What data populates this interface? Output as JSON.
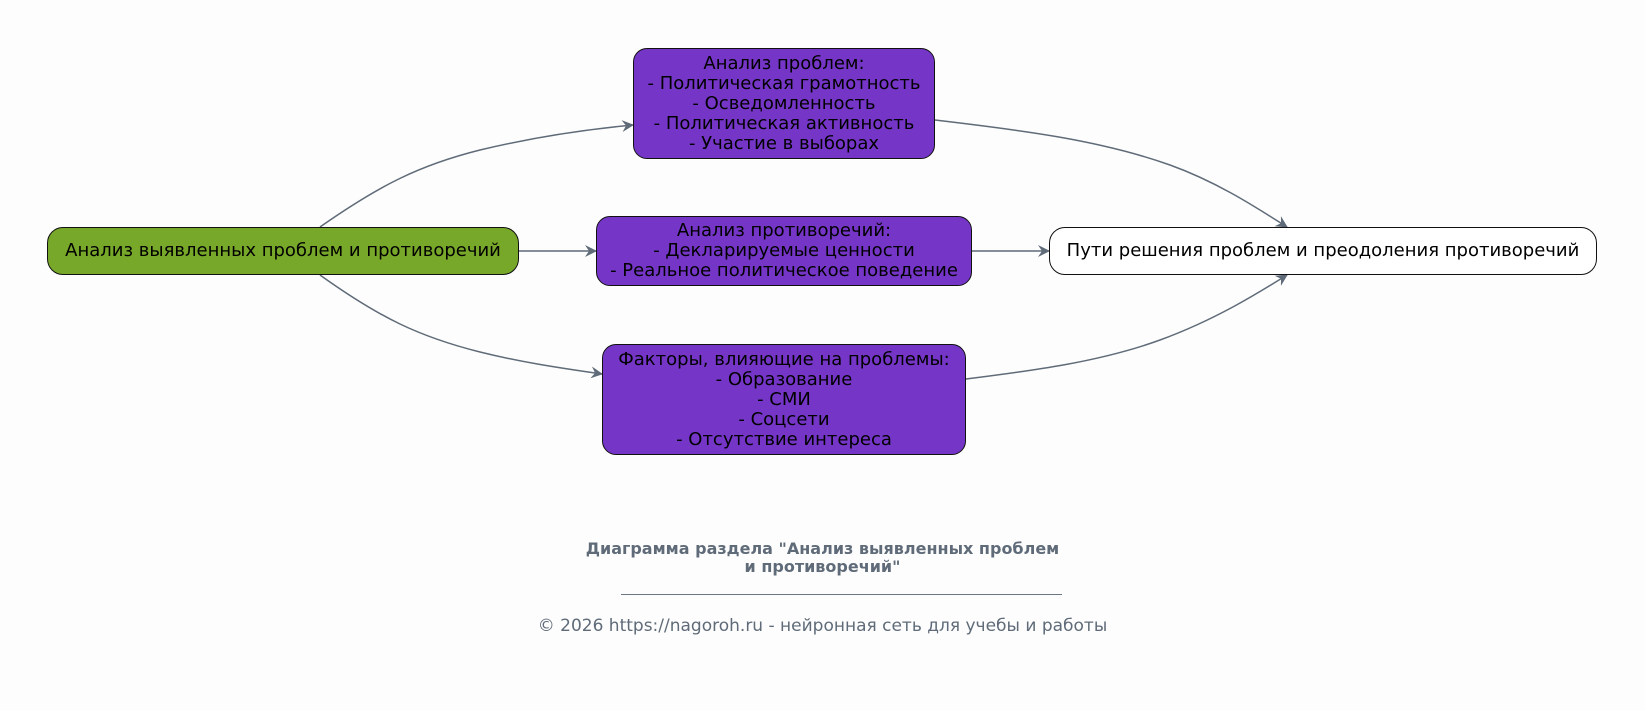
{
  "diagram": {
    "nodes": [
      {
        "id": "root",
        "label": "Анализ выявленных проблем и противоречий",
        "fill": "#78a82a"
      },
      {
        "id": "problems",
        "label": "Анализ проблем:\n- Политическая грамотность\n- Осведомленность\n- Политическая активность\n- Участие в выборах",
        "fill": "#7536c8"
      },
      {
        "id": "contradictions",
        "label": "Анализ противоречий:\n- Декларируемые ценности\n- Реальное политическое поведение",
        "fill": "#7536c8"
      },
      {
        "id": "factors",
        "label": "Факторы, влияющие на проблемы:\n- Образование\n- СМИ\n- Соцсети\n- Отсутствие интереса",
        "fill": "#7536c8"
      },
      {
        "id": "solutions",
        "label": "Пути решения проблем и преодоления противоречий",
        "fill": "#ffffff"
      }
    ],
    "edges": [
      {
        "from": "root",
        "to": "problems"
      },
      {
        "from": "root",
        "to": "contradictions"
      },
      {
        "from": "root",
        "to": "factors"
      },
      {
        "from": "problems",
        "to": "solutions"
      },
      {
        "from": "contradictions",
        "to": "solutions"
      },
      {
        "from": "factors",
        "to": "solutions"
      }
    ],
    "edge_color": "#5f6b78"
  },
  "footer": {
    "title": "Диаграмма раздела \"Анализ выявленных проблем\nи противоречий\"",
    "copyright": "© 2026 https://nagoroh.ru - нейронная сеть для учебы и работы"
  }
}
